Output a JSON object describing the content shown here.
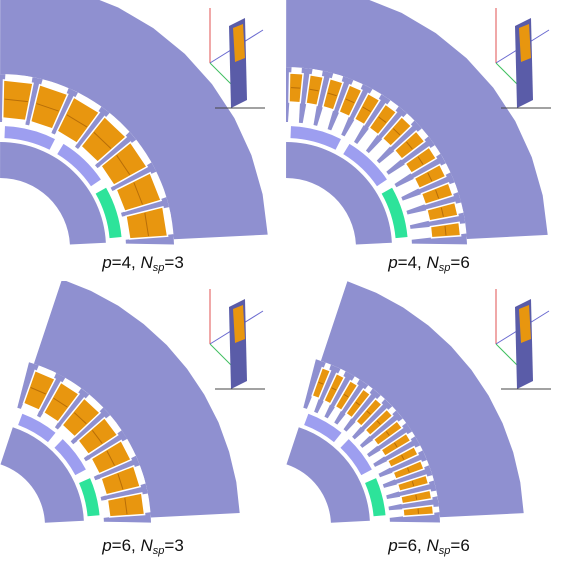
{
  "colors": {
    "stator": "#8f90d0",
    "coil": "#e8960f",
    "coil_dark": "#b86e08",
    "magnet_blue": "#9d9ef0",
    "magnet_green": "#2de39a",
    "slot": "#ffffff",
    "background": "#ffffff"
  },
  "panels": [
    {
      "caption": {
        "p_symbol": "p",
        "p_value": "=4, ",
        "n_symbol": "N",
        "n_sub": "sp",
        "n_value": "=3"
      },
      "p": 4,
      "nsp": 3
    },
    {
      "caption": {
        "p_symbol": "p",
        "p_value": "=4, ",
        "n_symbol": "N",
        "n_sub": "sp",
        "n_value": "=6"
      },
      "p": 4,
      "nsp": 6
    },
    {
      "caption": {
        "p_symbol": "p",
        "p_value": "=6, ",
        "n_symbol": "N",
        "n_sub": "sp",
        "n_value": "=3"
      },
      "p": 6,
      "nsp": 3
    },
    {
      "caption": {
        "p_symbol": "p",
        "p_value": "=6, ",
        "n_symbol": "N",
        "n_sub": "sp",
        "n_value": "=6"
      },
      "p": 6,
      "nsp": 6
    }
  ]
}
